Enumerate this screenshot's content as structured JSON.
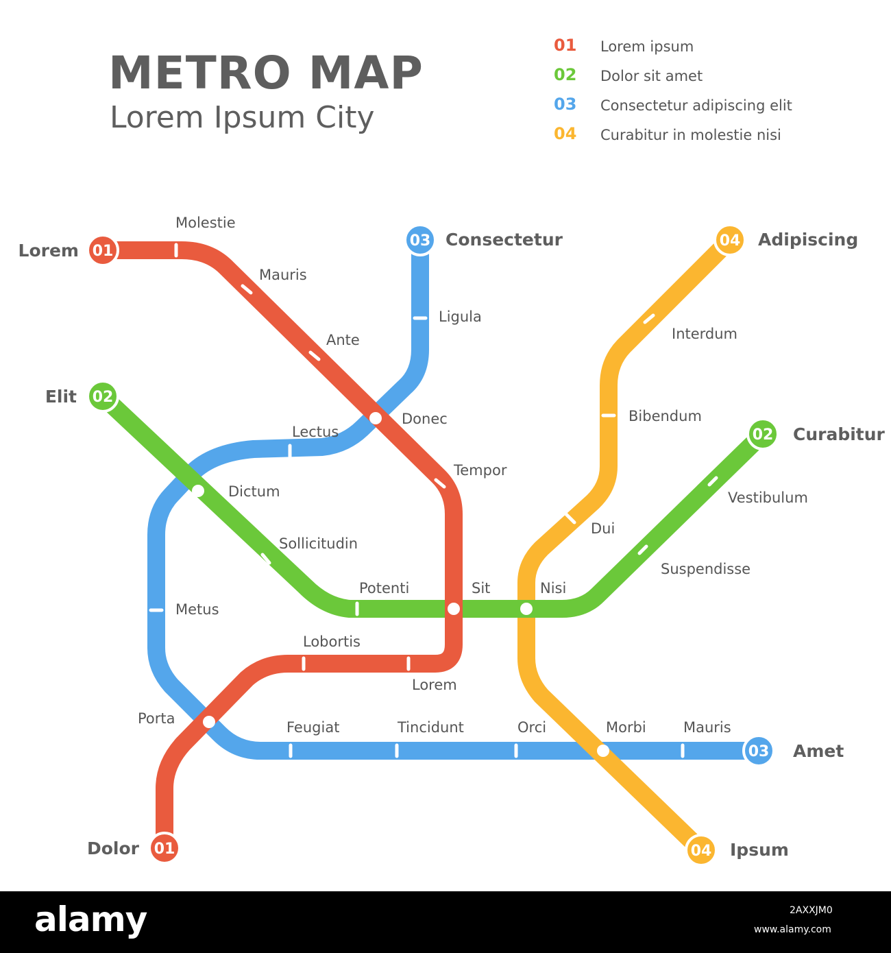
{
  "title": "METRO MAP",
  "subtitle": "Lorem Ipsum City",
  "legend": [
    {
      "num": "01",
      "text": "Lorem ipsum",
      "color": "#e95b3e"
    },
    {
      "num": "02",
      "text": "Dolor sit amet",
      "color": "#6bc83a"
    },
    {
      "num": "03",
      "text": "Consectetur adipiscing elit",
      "color": "#54a6eb"
    },
    {
      "num": "04",
      "text": "Curabitur in molestie nisi",
      "color": "#fbb630"
    }
  ],
  "lines": [
    {
      "id": "01",
      "color": "#e95b3e",
      "terminals": [
        "Lorem",
        "Dolor"
      ]
    },
    {
      "id": "02",
      "color": "#6bc83a",
      "terminals": [
        "Elit",
        "Curabitur"
      ]
    },
    {
      "id": "03",
      "color": "#54a6eb",
      "terminals": [
        "Consectetur",
        "Amet"
      ]
    },
    {
      "id": "04",
      "color": "#fbb630",
      "terminals": [
        "Adipiscing",
        "Ipsum"
      ]
    }
  ],
  "terminal_labels": {
    "lorem": "Lorem",
    "dolor": "Dolor",
    "elit": "Elit",
    "curabitur": "Curabitur",
    "consectetur": "Consectetur",
    "amet": "Amet",
    "adipiscing": "Adipiscing",
    "ipsum": "Ipsum"
  },
  "stations": {
    "molestie": "Molestie",
    "mauris1": "Mauris",
    "ante": "Ante",
    "donec": "Donec",
    "tempor": "Tempor",
    "sit": "Sit",
    "lorem_st": "Lorem",
    "lobortis": "Lobortis",
    "porta": "Porta",
    "ligula": "Ligula",
    "lectus": "Lectus",
    "dictum": "Dictum",
    "metus": "Metus",
    "feugiat": "Feugiat",
    "tincidunt": "Tincidunt",
    "orci": "Orci",
    "morbi": "Morbi",
    "mauris2": "Mauris",
    "sollicitudin": "Sollicitudin",
    "potenti": "Potenti",
    "nisi": "Nisi",
    "suspendisse": "Suspendisse",
    "vestibulum": "Vestibulum",
    "interdum": "Interdum",
    "bibendum": "Bibendum",
    "dui": "Dui"
  },
  "footer": {
    "logo": "alamy",
    "image_id": "2AXXJM0",
    "url": "www.alamy.com"
  }
}
